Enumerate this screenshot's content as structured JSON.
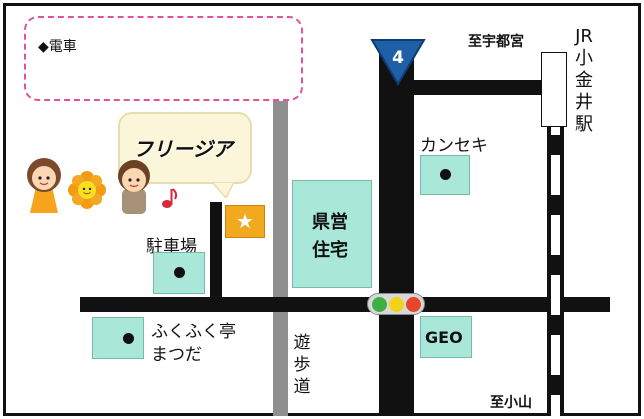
{
  "note": {
    "text": "◆電車"
  },
  "route": {
    "number": "4"
  },
  "labels": {
    "destination_north": "至宇都宮",
    "destination_south": "至小山",
    "station": "JR小金井駅",
    "kanseki": "カンセキ",
    "shop": "フリージア",
    "parking": "駐車場",
    "housing_line1": "県営",
    "housing_line2": "住宅",
    "walkway": "遊歩道",
    "restaurant_line1": "ふくふく亭",
    "restaurant_line2": "まつだ",
    "geo": "GEO"
  },
  "colors": {
    "note_border": "#e0539b",
    "building": "#a9e7d8",
    "shop_marker": "#f3a91e",
    "route_sign": "#1e5fa8",
    "walkway": "#8f8f8f",
    "road": "#111111",
    "traffic_green": "#3cb043",
    "traffic_yellow": "#f2d21b",
    "traffic_red": "#e8452c"
  },
  "icons": {
    "shop_marker": "star-icon",
    "route_sign": "route-shield-icon",
    "traffic": "traffic-light-icon"
  }
}
